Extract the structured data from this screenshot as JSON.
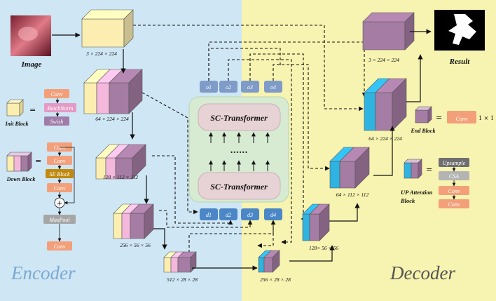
{
  "panels": {
    "encoder": "Encoder",
    "decoder": "Decoder"
  },
  "input_label": "Image",
  "result_label": "Result",
  "dims": {
    "input": "3 × 224 × 224",
    "enc1": "64 × 224 × 224",
    "enc2": "128 × 112 × 112",
    "enc3": "256 × 56 × 56",
    "enc4": "512 × 28 × 28",
    "dec1": "256 × 28 × 28",
    "dec2": "128×  56 × 56",
    "dec3": "64 × 112 × 112",
    "dec4": "64 × 224 × 224",
    "out": "3 × 224 × 224"
  },
  "transformer": {
    "title1": "SC-Transformer",
    "title2": "SC-Transformer",
    "dots": "......",
    "outputs": [
      "o1",
      "o2",
      "o3",
      "o4"
    ],
    "inputs": [
      "d1",
      "d2",
      "d3",
      "d4"
    ]
  },
  "legend": {
    "init_label": "Init Block",
    "down_label": "Down Block",
    "up_label1": "UP Attention",
    "up_label2": "Block",
    "end_label": "End Block",
    "equals": "=",
    "plus": "+",
    "init_ops": [
      "Conv",
      "BatchNorm",
      "Swish"
    ],
    "down_ops": [
      "Conv",
      "Conv",
      "SE Block",
      "Conv",
      "MaxPool",
      "Conv"
    ],
    "up_ops": [
      "Upsample",
      "CSA",
      "Conv",
      "Conv"
    ],
    "end_op": "Conv",
    "end_kernel": "1 × 1"
  },
  "colors": {
    "encoder_bg": "#cfe6f4",
    "decoder_bg": "#f7f3b0",
    "yellow_block": "#fbeeb0",
    "pink_block": "#f3b8dc",
    "purple_block": "#a57ca3",
    "cyan_block": "#2fb3e1",
    "conv_chip": "#f3a07a",
    "bn_chip": "#e59ac5",
    "swish_chip": "#a07ca8",
    "se_chip": "#c08a10",
    "pool_chip": "#a6a6a6",
    "upsample_chip": "#6f6f6f",
    "csa_chip": "#b4b4b4",
    "token_chip": "#4b87c7",
    "out_token_chip": "#7f9bc7",
    "transformer_box": "#e7d3d6",
    "transformer_panel": "#d7ead2"
  }
}
